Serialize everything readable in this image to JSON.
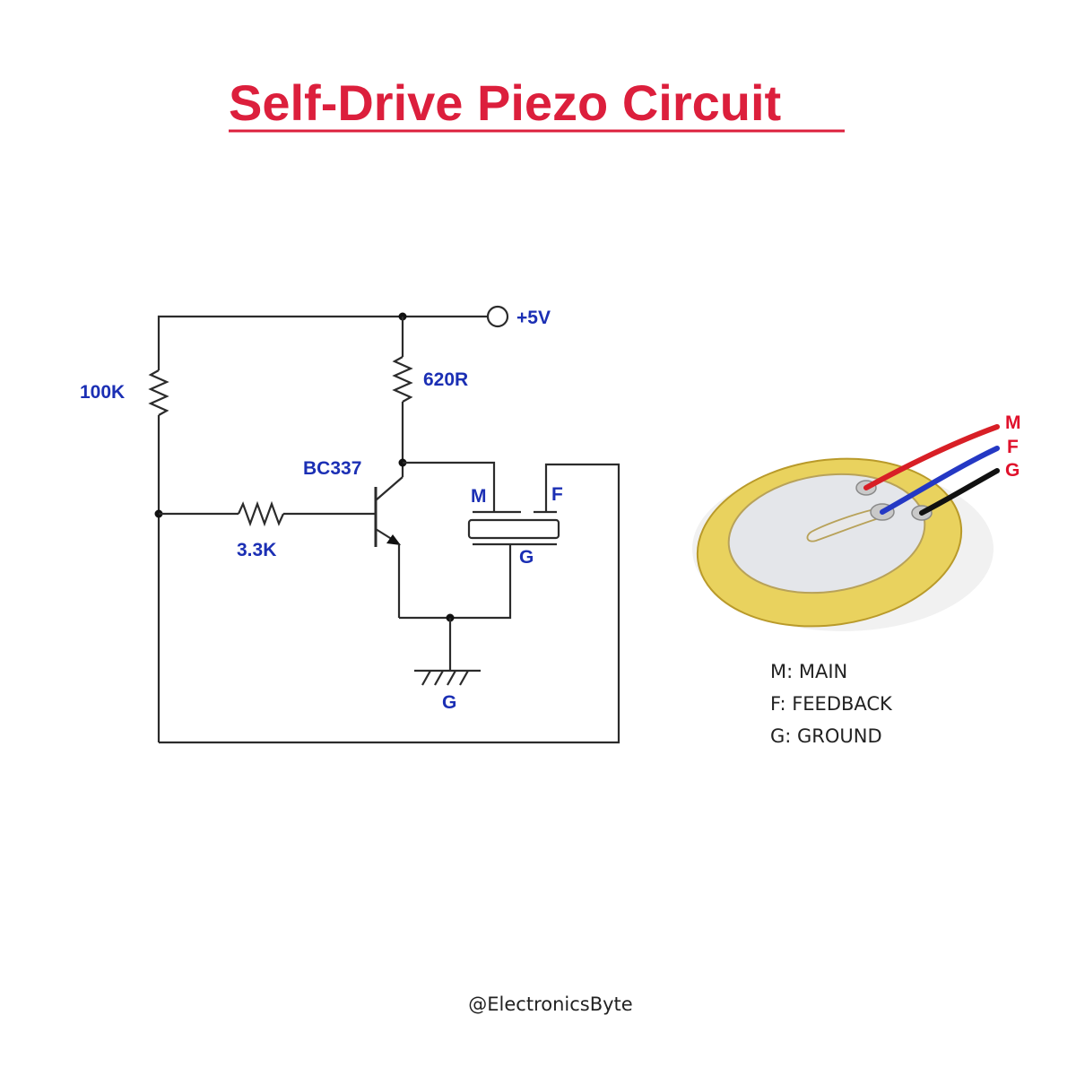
{
  "title": "Self-Drive Piezo Circuit",
  "colors": {
    "title": "#dc1f3c",
    "label_blue": "#1b2fb4",
    "label_red": "#e0112b",
    "wire": "#2b2b2b",
    "disc_brass": "#e9d25e",
    "disc_ceramic": "#e4e6ea",
    "wire_red": "#d81f26",
    "wire_blue": "#2438c4",
    "wire_black": "#111111"
  },
  "schematic": {
    "supply_label": "+5V",
    "resistor_bias_label": "100K",
    "resistor_collector_label": "620R",
    "resistor_base_label": "3.3K",
    "transistor_label": "BC337",
    "piezo_main_label": "M",
    "piezo_feedback_label": "F",
    "piezo_ground_label": "G",
    "ground_label": "G"
  },
  "photo": {
    "wire_labels": [
      "M",
      "F",
      "G"
    ]
  },
  "legend": {
    "items": [
      "M: MAIN",
      "F: FEEDBACK",
      "G: GROUND"
    ]
  },
  "credit": "@ElectronicsByte"
}
